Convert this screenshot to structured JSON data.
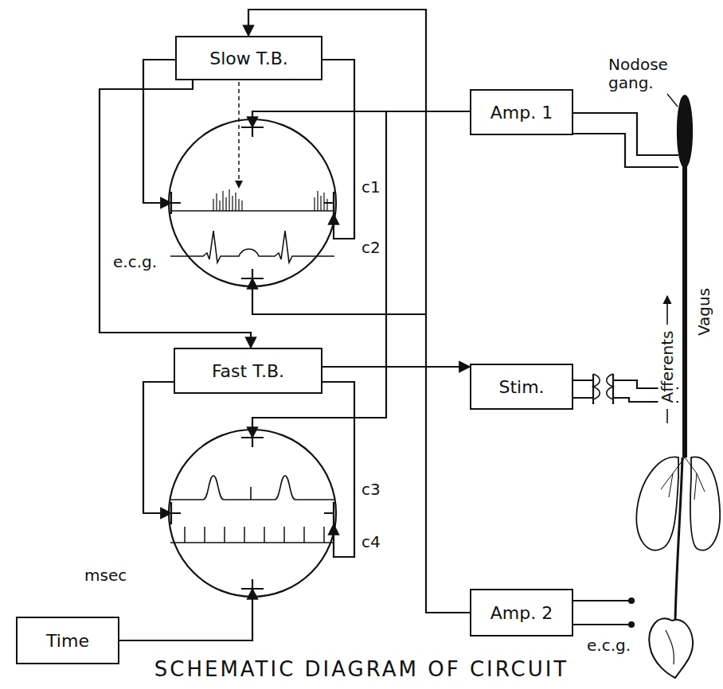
{
  "diagram": {
    "title": "SCHEMATIC DIAGRAM OF CIRCUIT",
    "nodes": [
      {
        "text": [
          "Slow T.B."
        ]
      },
      {
        "text": [
          "Amp. 1"
        ]
      },
      {
        "text": [
          "Fast T.B."
        ]
      },
      {
        "text": [
          "Stim."
        ]
      },
      {
        "text": [
          "Time"
        ]
      },
      {
        "text": [
          "Amp. 2"
        ]
      }
    ],
    "edges": [
      {
        "from": 5,
        "to": 0,
        "arrow": "to"
      },
      {
        "from": 0,
        "to": 2,
        "arrow": "to"
      },
      {
        "from": 2,
        "to": 3,
        "arrow": "to"
      }
    ],
    "labels": [
      "Nodose gang.",
      "Afferents",
      "Vagus",
      "e.c.g.",
      "c1",
      "c2",
      "c3",
      "c4",
      "msec",
      "e.c.g."
    ]
  }
}
